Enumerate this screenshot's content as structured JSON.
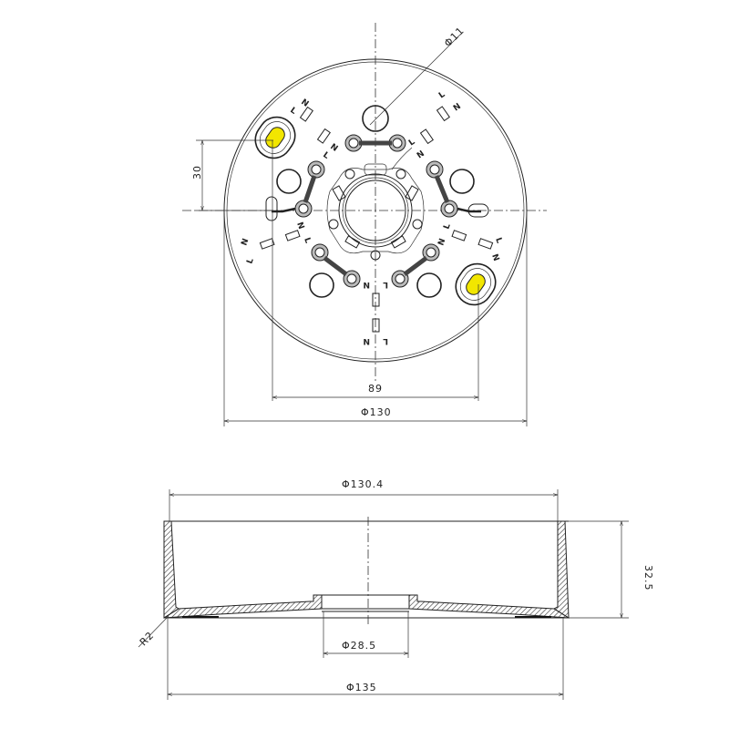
{
  "drawing": {
    "top_view": {
      "dimensions": {
        "hole_diameter": "Φ11",
        "vertical_offset": "30",
        "slot_spacing": "89",
        "outer_diameter": "Φ130"
      },
      "terminal_labels": {
        "line": "L",
        "neutral": "N"
      },
      "highlight_color": "#f2e600"
    },
    "section_view": {
      "dimensions": {
        "inner_top_diameter": "Φ130.4",
        "height": "32.5",
        "center_hole_diameter": "Φ28.5",
        "base_diameter": "Φ135",
        "corner_radius": "R2"
      }
    }
  }
}
